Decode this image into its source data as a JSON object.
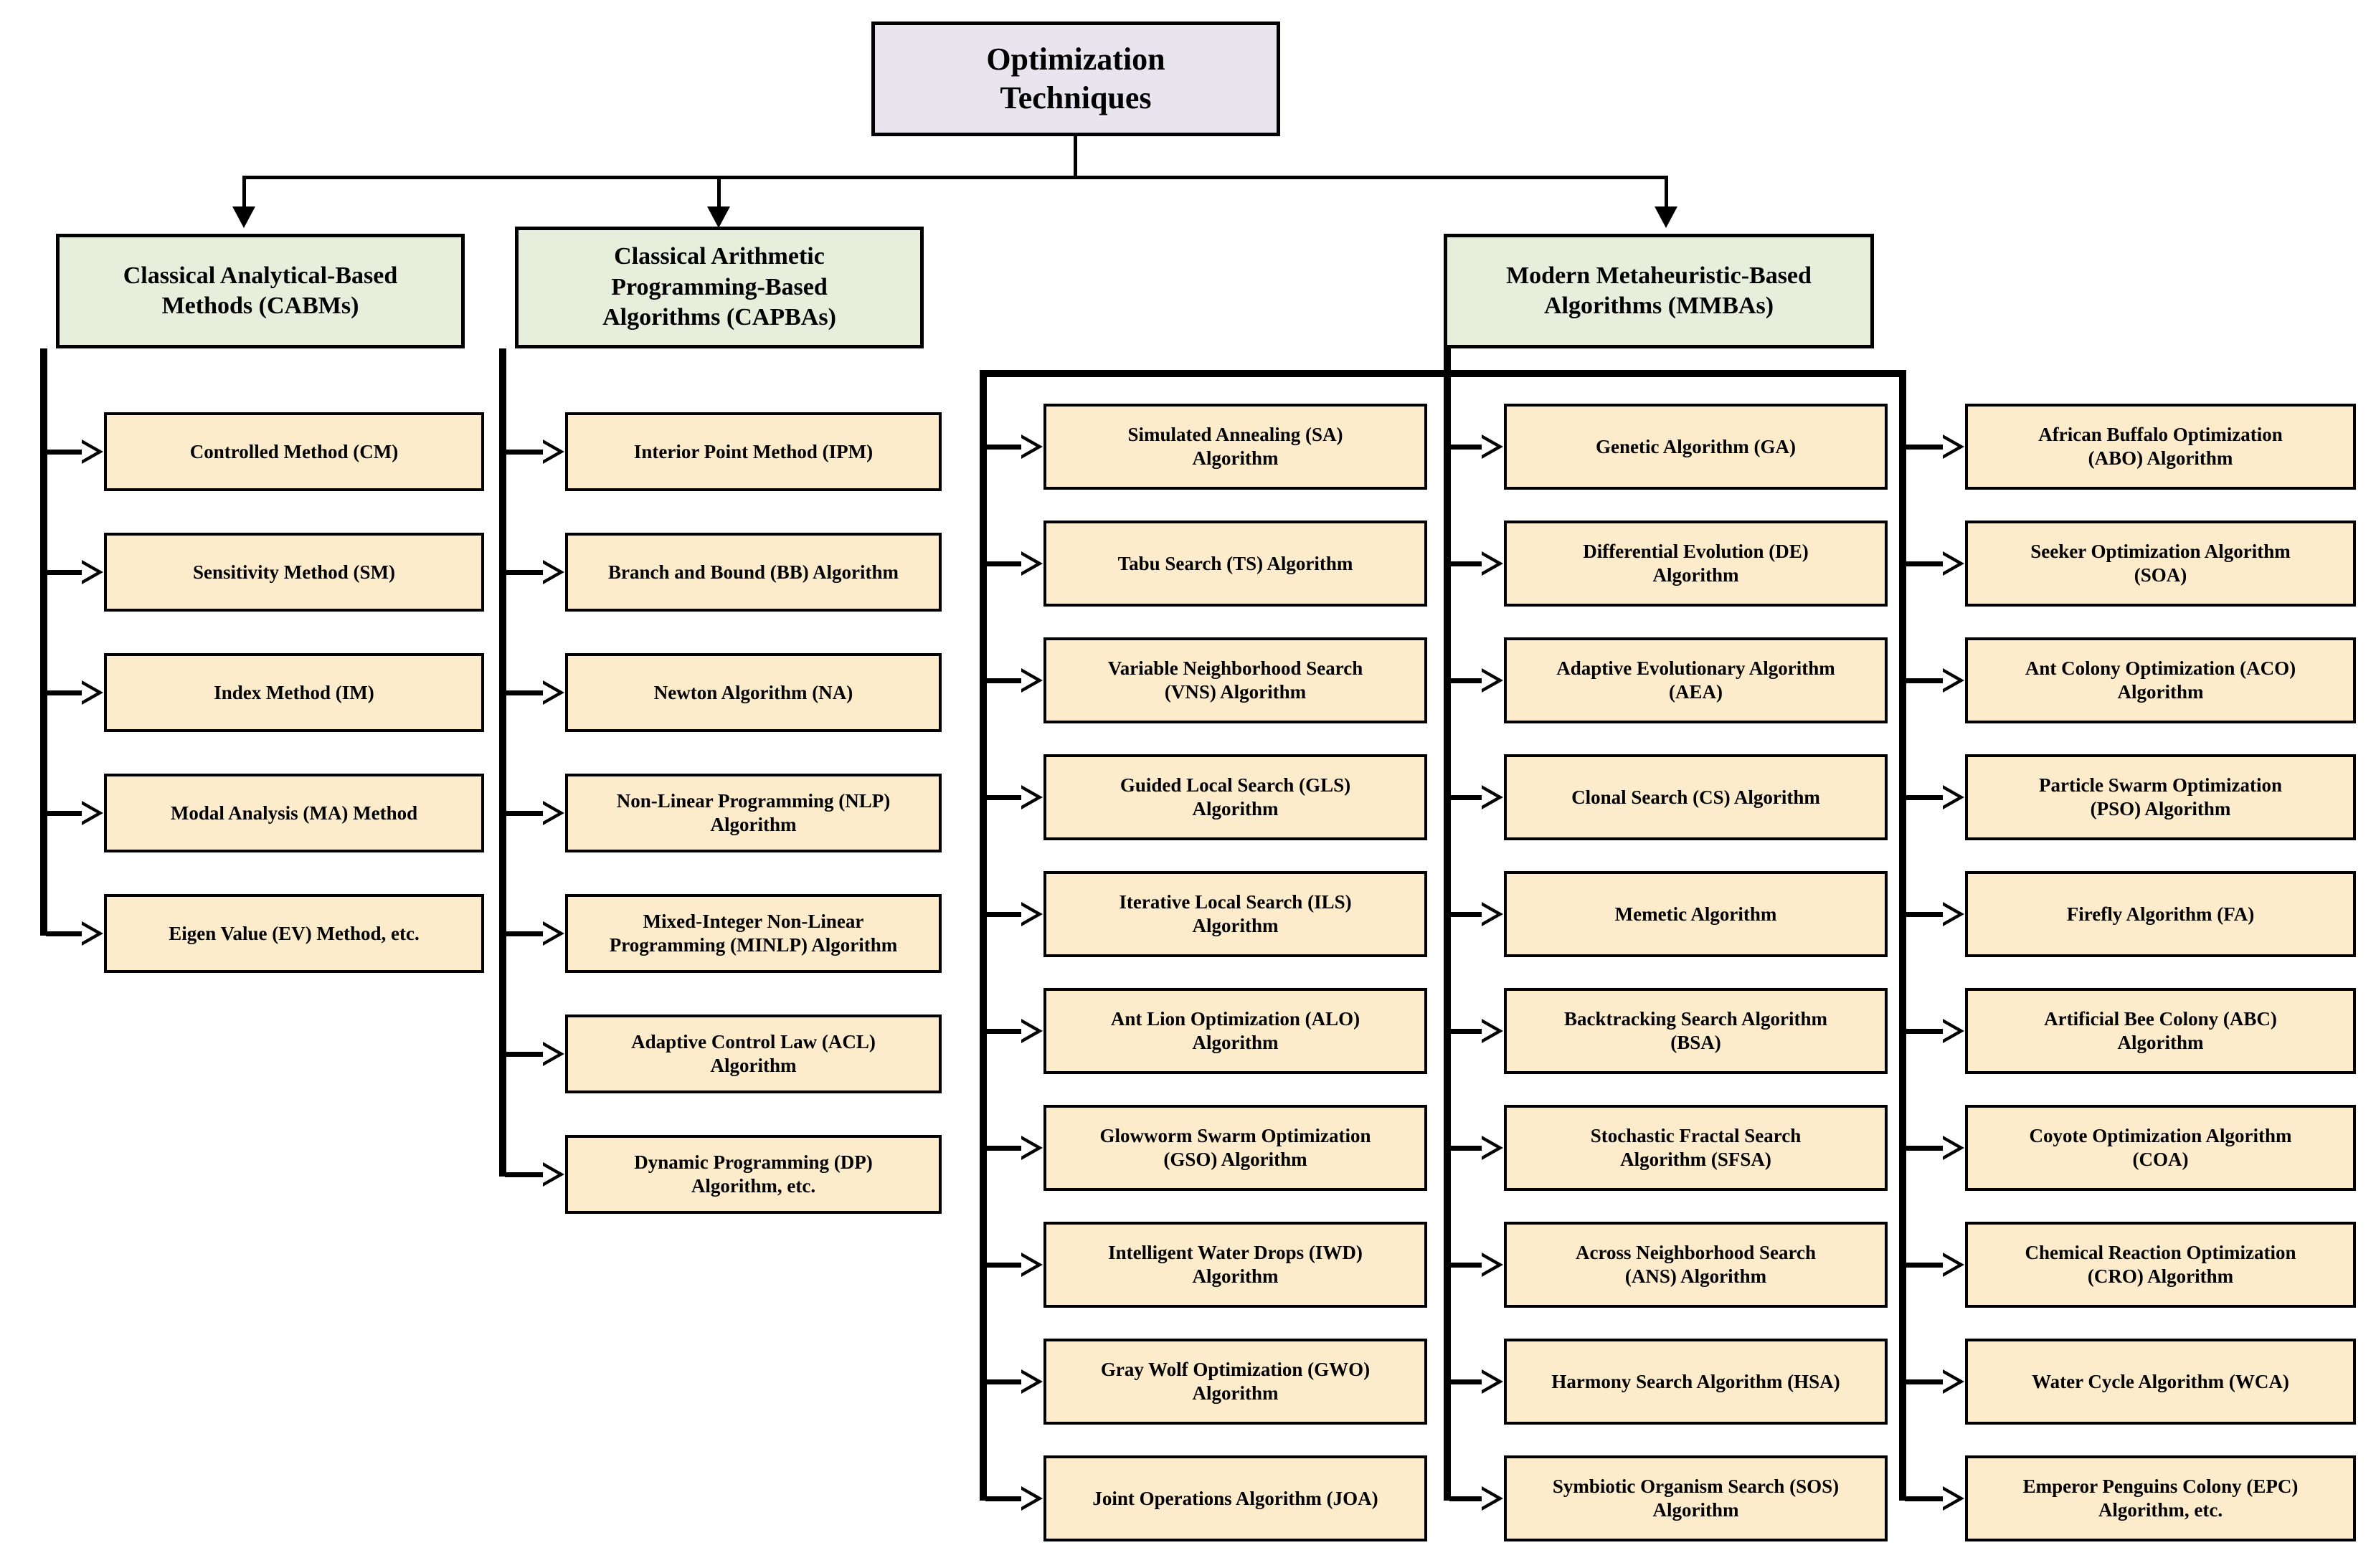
{
  "diagram": {
    "title": "Optimization Techniques",
    "type": "hierarchical-taxonomy-tree",
    "colors": {
      "root_fill": "#e9e5ee",
      "category_fill": "#e8eedc",
      "leaf_fill": "#fceccb",
      "stroke": "#000000",
      "background": "#ffffff"
    }
  },
  "root": {
    "label": "Optimization\nTechniques",
    "line1": "Optimization",
    "line2": "Techniques"
  },
  "categories": [
    {
      "id": "cabm",
      "label": "Classical Analytical-Based Methods (CABMs)",
      "line1": "Classical Analytical-Based",
      "line2": "Methods (CABMs)",
      "line3": ""
    },
    {
      "id": "capba",
      "label": "Classical Arithmetic Programming-Based Algorithms (CAPBAs)",
      "line1": "Classical Arithmetic",
      "line2": "Programming-Based",
      "line3": "Algorithms (CAPBAs)"
    },
    {
      "id": "mmba",
      "label": "Modern Metaheuristic-Based Algorithms (MMBAs)",
      "line1": "Modern Metaheuristic-Based",
      "line2": "Algorithms (MMBAs)",
      "line3": ""
    }
  ],
  "columns": [
    {
      "id": "col-cabm",
      "parent": "cabm",
      "items": [
        {
          "line1": "Controlled Method (CM)",
          "line2": ""
        },
        {
          "line1": "Sensitivity Method (SM)",
          "line2": ""
        },
        {
          "line1": "Index Method (IM)",
          "line2": ""
        },
        {
          "line1": "Modal Analysis (MA) Method",
          "line2": ""
        },
        {
          "line1": "Eigen Value (EV) Method, etc.",
          "line2": ""
        }
      ]
    },
    {
      "id": "col-capba",
      "parent": "capba",
      "items": [
        {
          "line1": "Interior Point Method (IPM)",
          "line2": ""
        },
        {
          "line1": "Branch and Bound (BB) Algorithm",
          "line2": ""
        },
        {
          "line1": "Newton Algorithm (NA)",
          "line2": ""
        },
        {
          "line1": "Non-Linear Programming (NLP)",
          "line2": "Algorithm"
        },
        {
          "line1": "Mixed-Integer Non-Linear",
          "line2": "Programming (MINLP) Algorithm"
        },
        {
          "line1": "Adaptive Control Law (ACL)",
          "line2": "Algorithm"
        },
        {
          "line1": "Dynamic Programming (DP)",
          "line2": "Algorithm, etc."
        }
      ]
    },
    {
      "id": "col-mmba-1",
      "parent": "mmba",
      "items": [
        {
          "line1": "Simulated Annealing (SA)",
          "line2": "Algorithm"
        },
        {
          "line1": "Tabu Search (TS) Algorithm",
          "line2": ""
        },
        {
          "line1": "Variable Neighborhood Search",
          "line2": "(VNS) Algorithm"
        },
        {
          "line1": "Guided Local Search (GLS)",
          "line2": "Algorithm"
        },
        {
          "line1": "Iterative Local Search (ILS)",
          "line2": "Algorithm"
        },
        {
          "line1": "Ant Lion Optimization (ALO)",
          "line2": "Algorithm"
        },
        {
          "line1": "Glowworm Swarm Optimization",
          "line2": "(GSO) Algorithm"
        },
        {
          "line1": "Intelligent Water Drops (IWD)",
          "line2": "Algorithm"
        },
        {
          "line1": "Gray Wolf Optimization (GWO)",
          "line2": "Algorithm"
        },
        {
          "line1": "Joint Operations Algorithm (JOA)",
          "line2": ""
        }
      ]
    },
    {
      "id": "col-mmba-2",
      "parent": "mmba",
      "items": [
        {
          "line1": "Genetic Algorithm (GA)",
          "line2": ""
        },
        {
          "line1": "Differential Evolution (DE)",
          "line2": "Algorithm"
        },
        {
          "line1": "Adaptive Evolutionary Algorithm",
          "line2": "(AEA)"
        },
        {
          "line1": "Clonal Search (CS) Algorithm",
          "line2": ""
        },
        {
          "line1": "Memetic Algorithm",
          "line2": ""
        },
        {
          "line1": "Backtracking Search Algorithm",
          "line2": "(BSA)"
        },
        {
          "line1": "Stochastic Fractal Search",
          "line2": "Algorithm (SFSA)"
        },
        {
          "line1": "Across Neighborhood Search",
          "line2": "(ANS) Algorithm"
        },
        {
          "line1": "Harmony Search Algorithm (HSA)",
          "line2": ""
        },
        {
          "line1": "Symbiotic Organism Search (SOS)",
          "line2": "Algorithm"
        }
      ]
    },
    {
      "id": "col-mmba-3",
      "parent": "mmba",
      "items": [
        {
          "line1": "African Buffalo Optimization",
          "line2": "(ABO) Algorithm"
        },
        {
          "line1": "Seeker Optimization Algorithm",
          "line2": "(SOA)"
        },
        {
          "line1": "Ant Colony Optimization (ACO)",
          "line2": "Algorithm"
        },
        {
          "line1": "Particle Swarm Optimization",
          "line2": "(PSO) Algorithm"
        },
        {
          "line1": "Firefly Algorithm (FA)",
          "line2": ""
        },
        {
          "line1": "Artificial Bee Colony (ABC)",
          "line2": "Algorithm"
        },
        {
          "line1": "Coyote Optimization Algorithm",
          "line2": "(COA)"
        },
        {
          "line1": "Chemical Reaction Optimization",
          "line2": "(CRO) Algorithm"
        },
        {
          "line1": "Water Cycle Algorithm (WCA)",
          "line2": ""
        },
        {
          "line1": "Emperor Penguins Colony (EPC)",
          "line2": "Algorithm, etc."
        }
      ]
    }
  ]
}
